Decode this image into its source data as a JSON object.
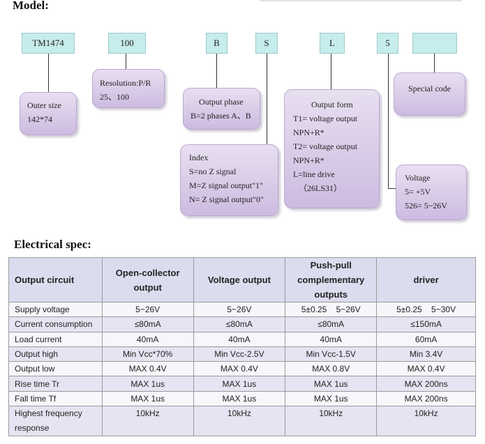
{
  "model_heading": "Model:",
  "codes": {
    "outer": "TM1474",
    "resolution": "100",
    "phase": "B",
    "index": "S",
    "output_form": "L",
    "voltage": "5",
    "special": ""
  },
  "boxes": {
    "outer_size": [
      "Outer size",
      "142*74"
    ],
    "resolution": [
      "Resolution:P/R",
      "25、100"
    ],
    "output_phase": [
      "Output phase",
      "B=2 phases A、B"
    ],
    "index": [
      "Index",
      "S=no Z signal",
      "M=Z signal output\"1\"",
      "N= Z signal output\"0\""
    ],
    "output_form": [
      "Output form",
      "T1=   voltage   output",
      "NPN+R*",
      "T2=   voltage   output",
      "NPN+R*",
      "L=line drive",
      "（26LS31）"
    ],
    "voltage": [
      "Voltage",
      "5= +5V",
      "526= 5~26V"
    ],
    "special_code": [
      "Special code"
    ]
  },
  "spec_heading": "Electrical spec:",
  "table": {
    "headers": [
      "Output circuit",
      "Open-collector output",
      "Voltage output",
      "Push-pull complementary outputs",
      "driver"
    ],
    "rows": [
      [
        "Supply voltage",
        "5~26V",
        "5~26V",
        "5±0.25    5~26V",
        "5±0.25    5~30V"
      ],
      [
        "Current consumption",
        "≤80mA",
        "≤80mA",
        "≤80mA",
        "≤150mA"
      ],
      [
        "Load current",
        "40mA",
        "40mA",
        "40mA",
        "60mA"
      ],
      [
        "Output high",
        "Min Vcc*70%",
        "Min Vcc-2.5V",
        "Min Vcc-1.5V",
        "Min 3.4V"
      ],
      [
        "Output low",
        "MAX 0.4V",
        "MAX 0.4V",
        "MAX 0.8V",
        "MAX 0.4V"
      ],
      [
        "Rise time Tr",
        "MAX 1us",
        "MAX 1us",
        "MAX 1us",
        "MAX 200ns"
      ],
      [
        "Fall time Tf",
        "MAX 1us",
        "MAX 1us",
        "MAX 1us",
        "MAX 200ns"
      ],
      [
        "Highest frequency response",
        "10kHz",
        "10kHz",
        "10kHz",
        "10kHz"
      ]
    ]
  }
}
